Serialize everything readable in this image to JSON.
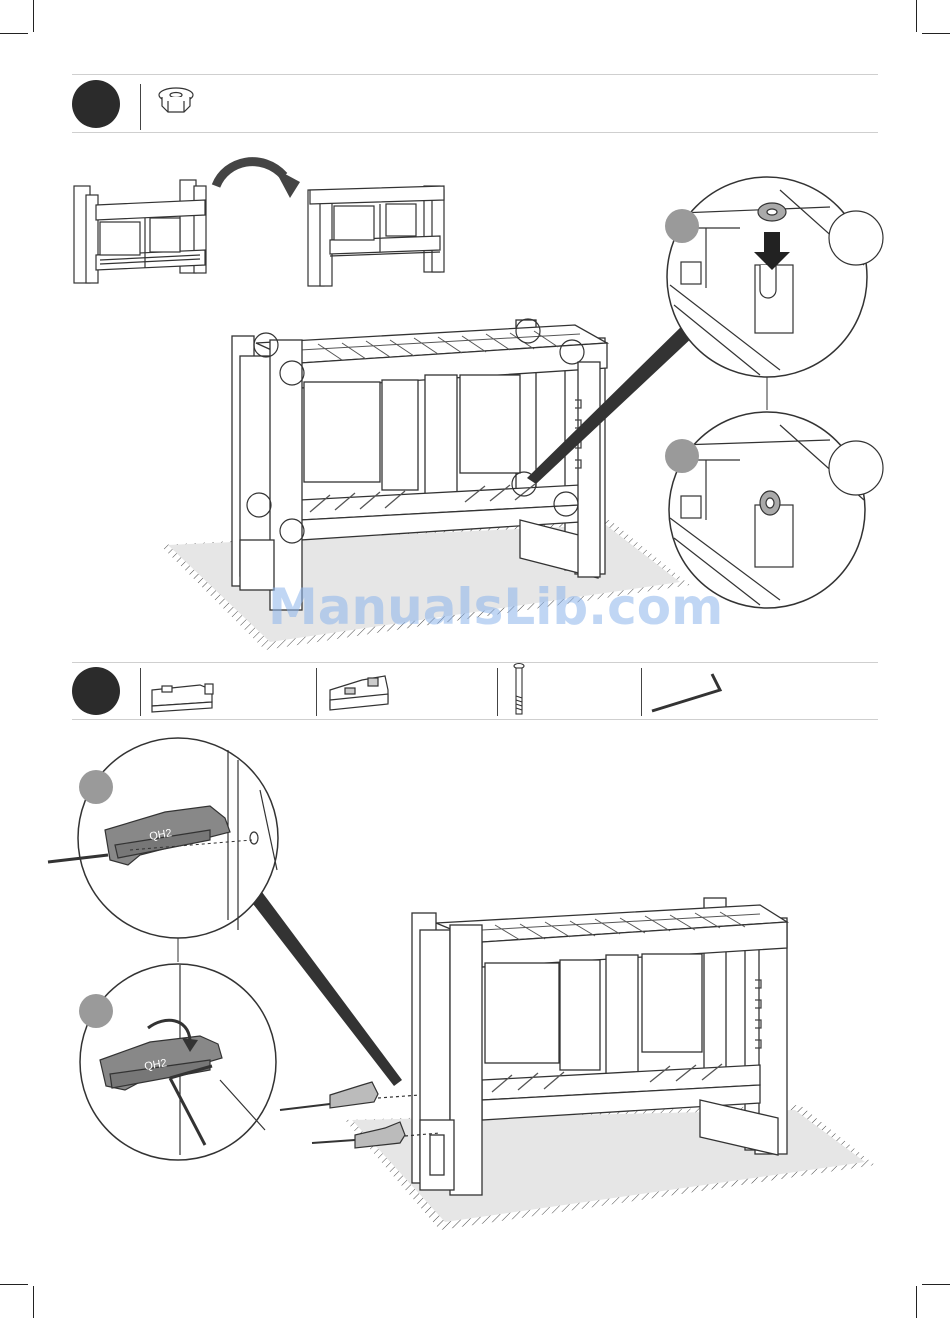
{
  "step1": {
    "parts": [
      "hex-nut"
    ],
    "detail_labels": [
      "",
      ""
    ]
  },
  "step2": {
    "parts": [
      "qh1-bracket",
      "qh2-bracket",
      "bolt",
      "hex-key"
    ],
    "bracket_label_top": "QH2",
    "bracket_label_bottom": "QH2"
  },
  "watermark": "ManualsLib.com",
  "colors": {
    "ink": "#222222",
    "badge": "#2b2b2b",
    "gray_circle": "#9a9a9a",
    "mat": "#e6e6e6",
    "watermark": "#8cb4eb"
  }
}
